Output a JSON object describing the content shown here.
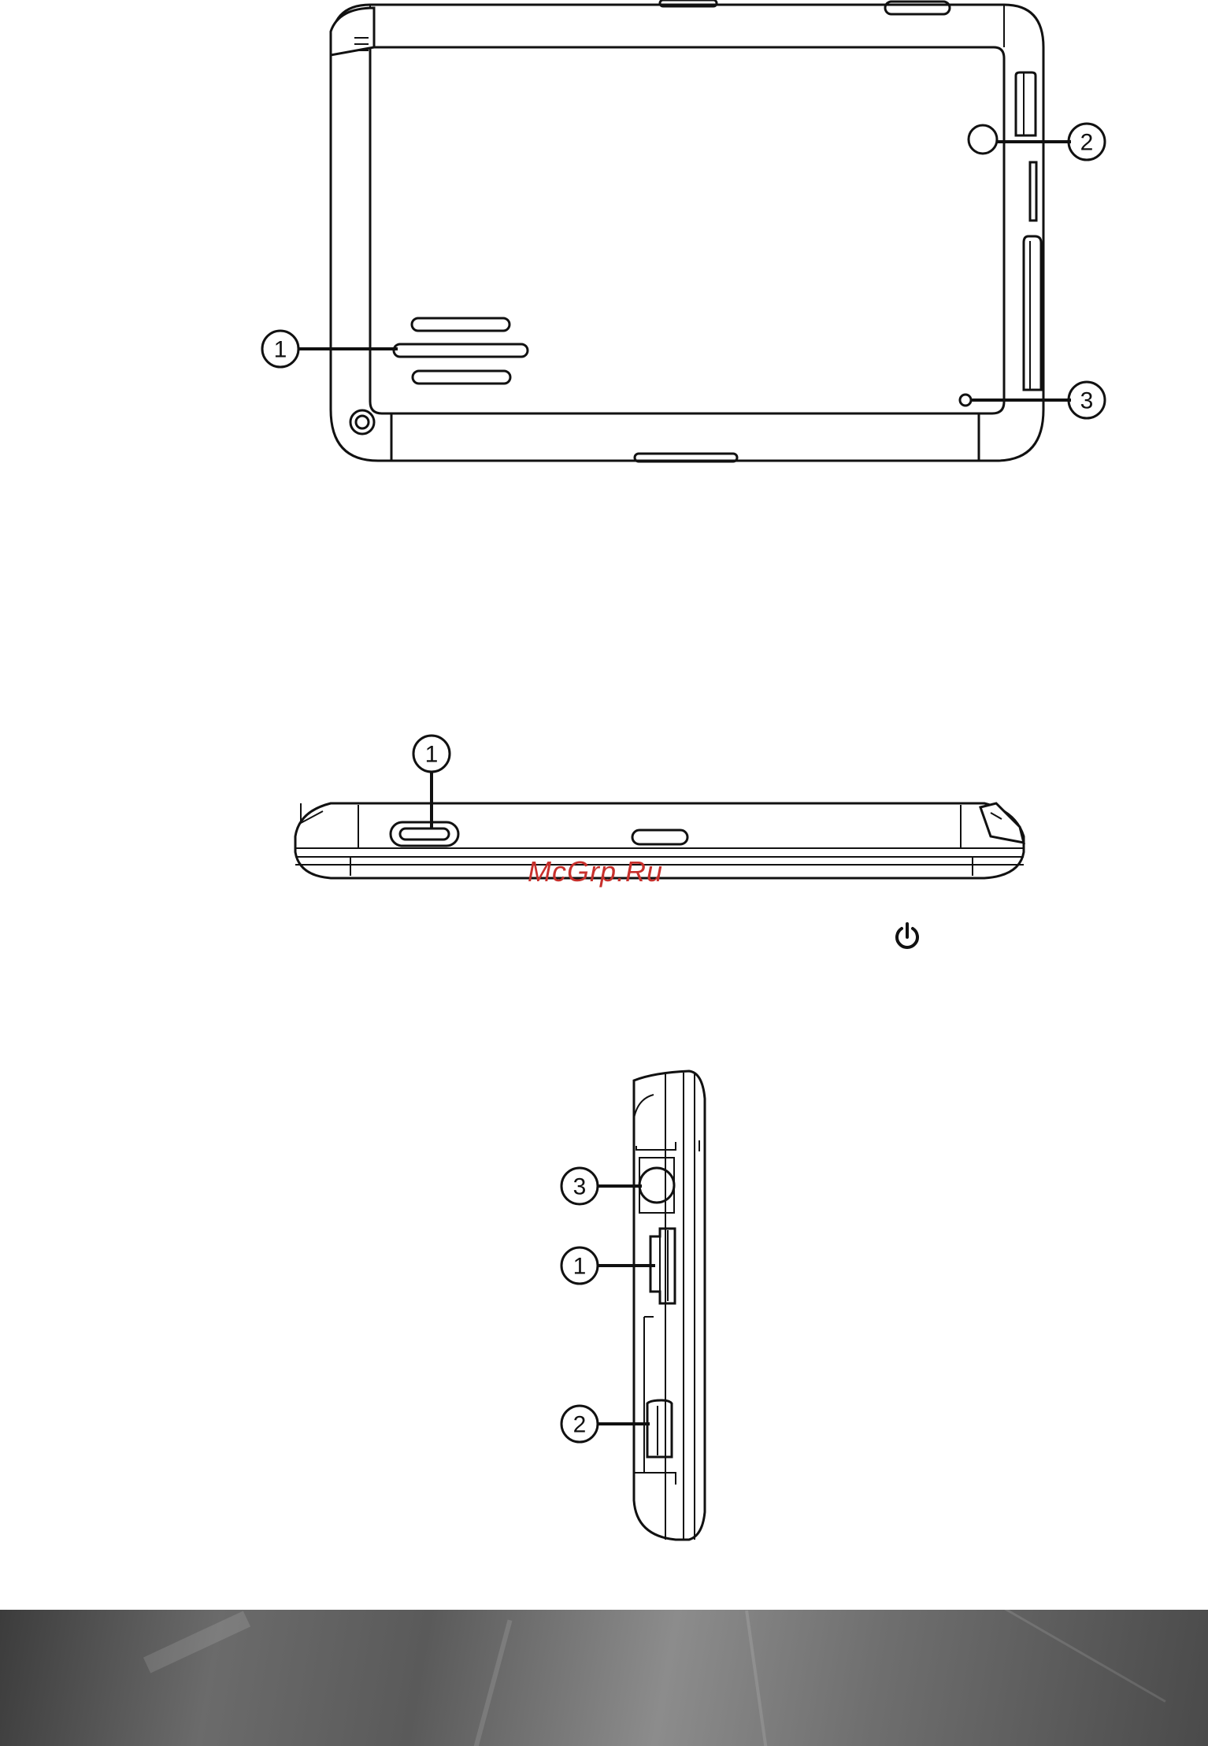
{
  "back_view": {
    "callouts": [
      "1",
      "2",
      "3"
    ]
  },
  "top_view": {
    "callouts": [
      "1"
    ],
    "icon": "power-icon"
  },
  "side_view": {
    "callouts": [
      "3",
      "1",
      "2"
    ]
  },
  "watermark": "McGrp.Ru",
  "colors": {
    "line": "#111111",
    "watermark": "#c8302c",
    "footer": "#5a5a5a"
  }
}
